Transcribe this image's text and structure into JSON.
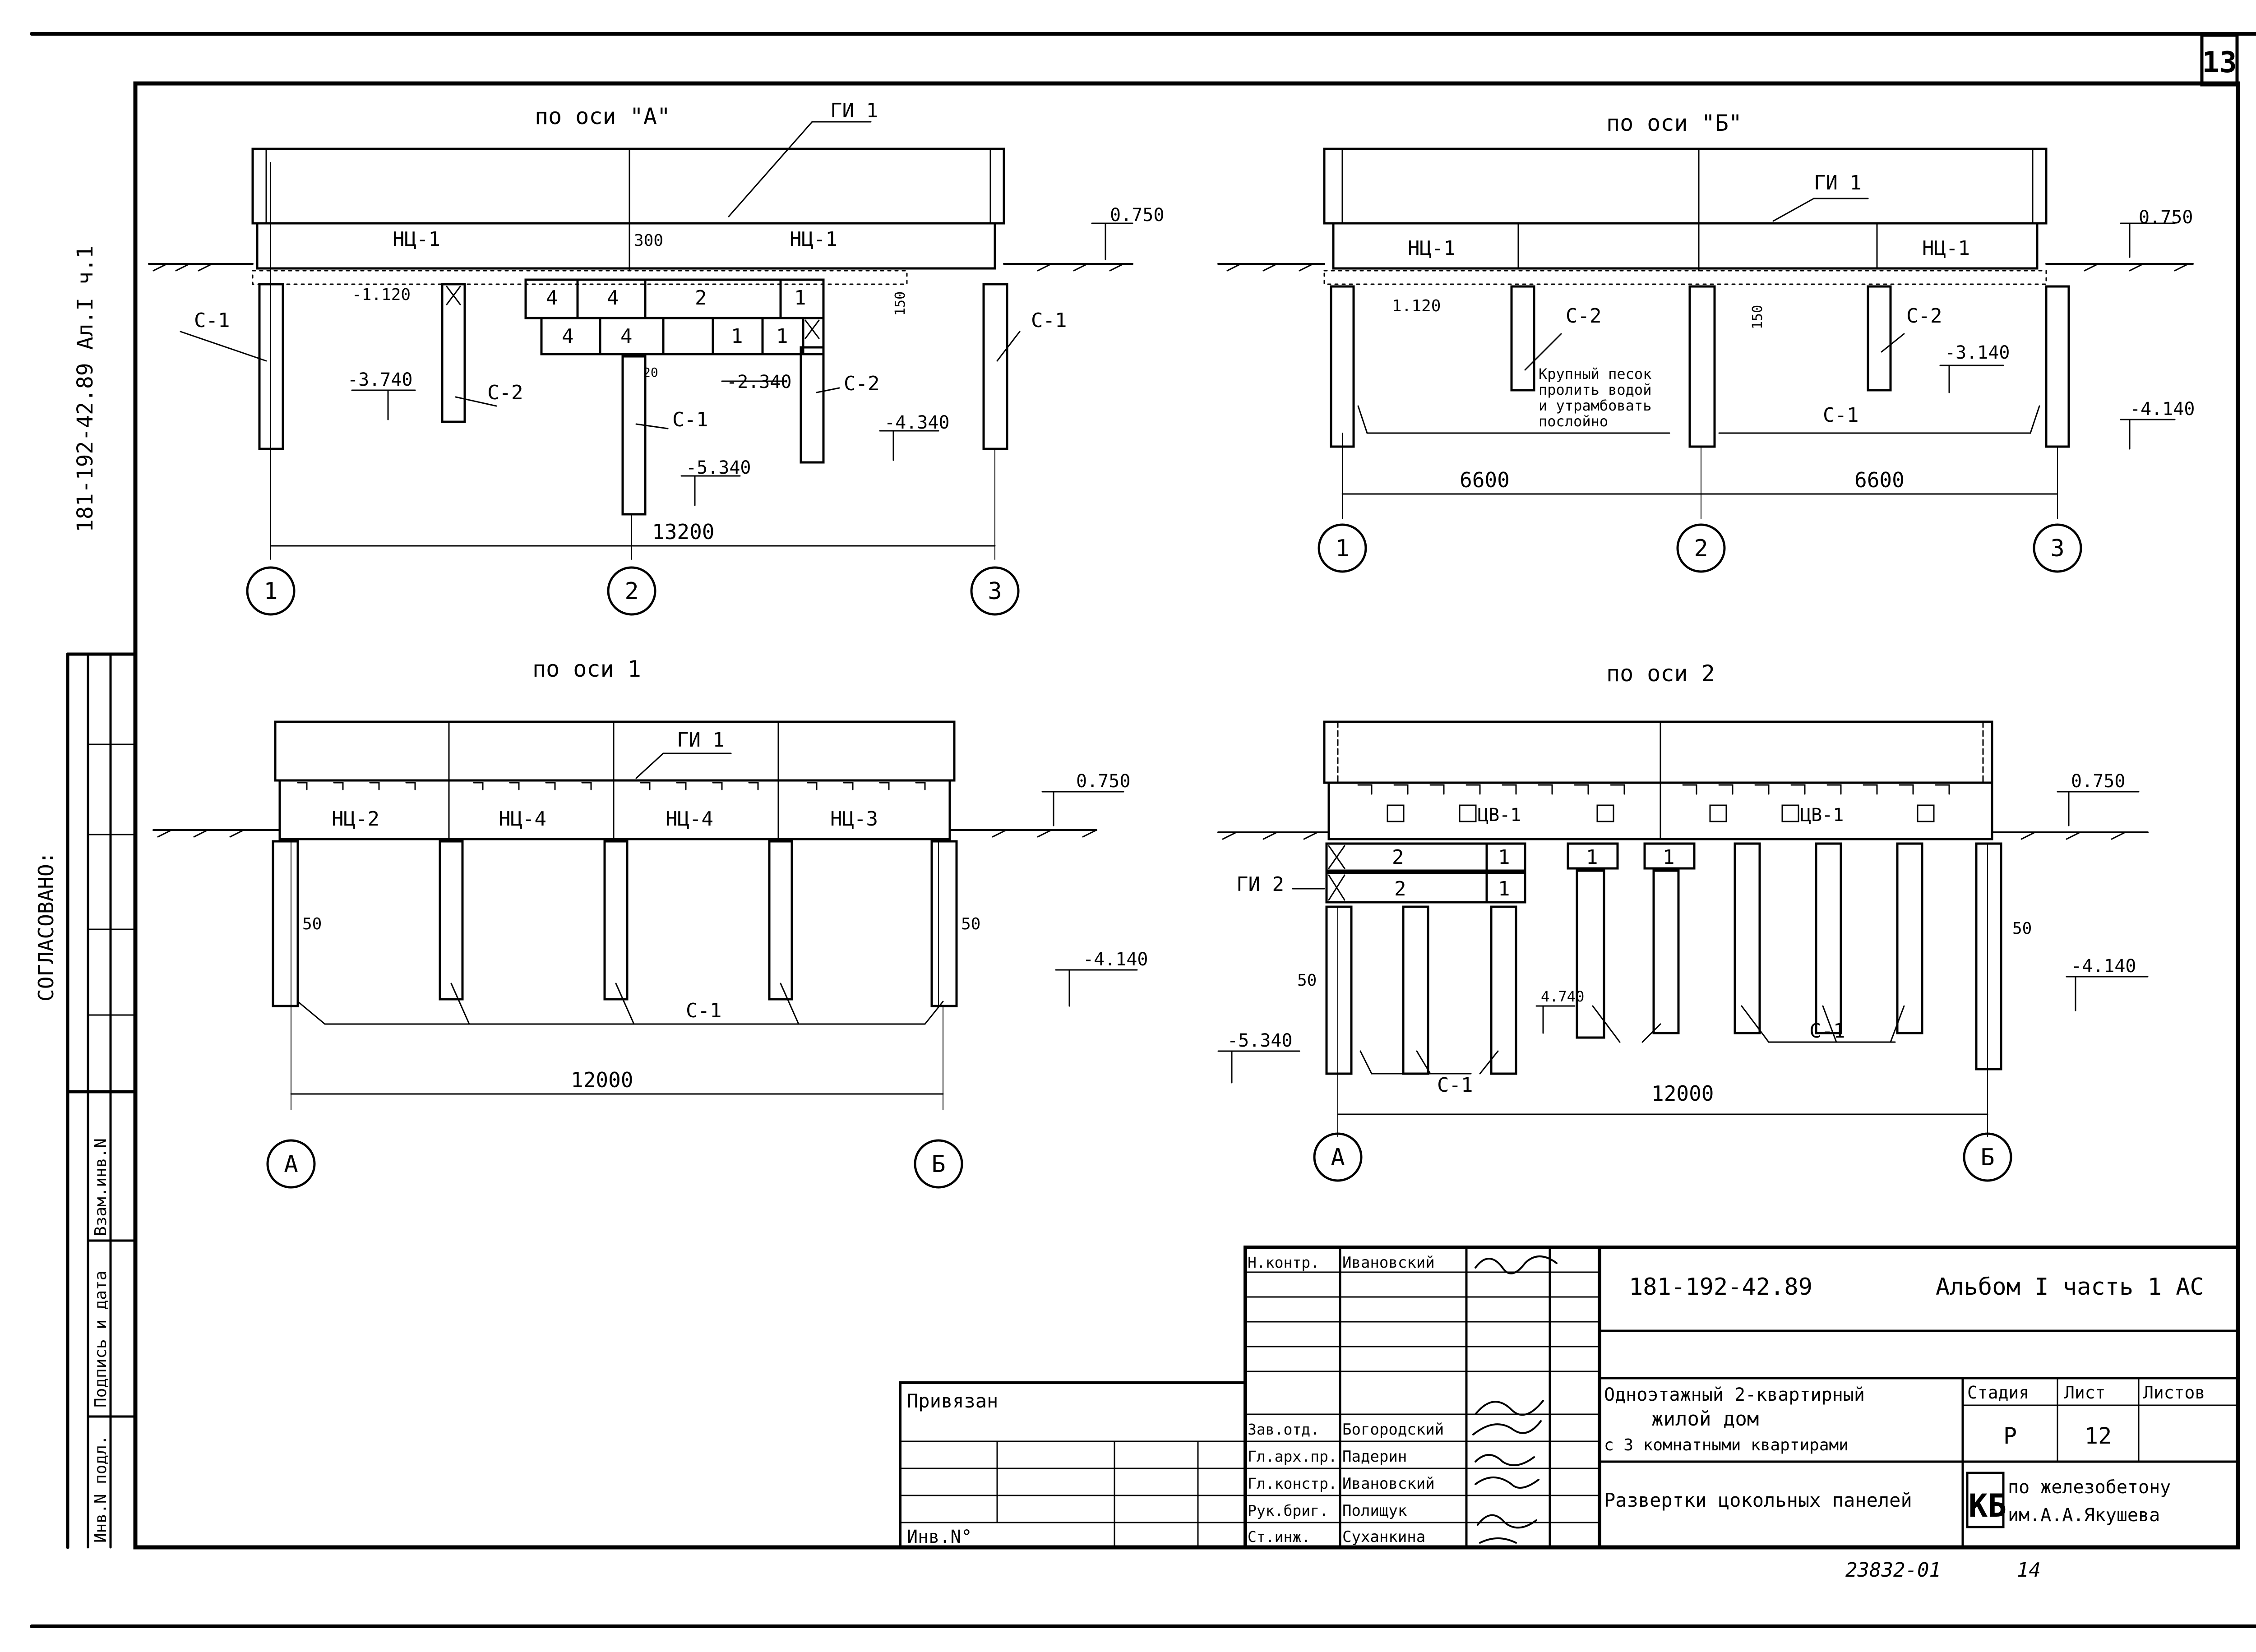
{
  "sheet_number": "13",
  "side_code": "181-192-42.89   Ал.I  ч.1",
  "stamps": {
    "agreed": "СОГЛАСОВАНО:",
    "inv_zam": "Взам.инв.N",
    "sign_date": "Подпись и дата",
    "inv_podl": "Инв.N подл."
  },
  "views": {
    "axis_a": {
      "title": "по оси \"А\"",
      "gi": "ГИ 1",
      "nc_left": "НЦ-1",
      "nc_right": "НЦ-1",
      "el_top": "0.750",
      "el_left": "-1.120",
      "dim_300": "300",
      "dim_150": "150",
      "blk_4a": "4",
      "blk_4b": "4",
      "blk_2": "2",
      "blk_1a": "1",
      "blk_4c": "4",
      "blk_4d": "4",
      "blk_1b": "1",
      "blk_1c": "1",
      "blk_20": "20",
      "s1_left": "С-1",
      "s1_right": "С-1",
      "s1_mid": "С-1",
      "s2_left": "С-2",
      "s2_right": "С-2",
      "el_3740": "-3.740",
      "el_2340": "-2.340",
      "el_4340": "-4.340",
      "el_5340": "-5.340",
      "span": "13200",
      "ax1": "1",
      "ax2": "2",
      "ax3": "3"
    },
    "axis_b": {
      "title": "по оси \"Б\"",
      "gi": "ГИ 1",
      "nc_left": "НЦ-1",
      "nc_right": "НЦ-1",
      "el_top": "0.750",
      "el_left": "1.120",
      "dim_150": "150",
      "s2_left": "С-2",
      "s2_right": "С-2",
      "sand1": "Крупный песок",
      "sand2": "пролить водой",
      "sand3": "и утрамбовать",
      "sand4": "послойно",
      "el_3140": "-3.140",
      "el_4140": "-4.140",
      "s1": "С-1",
      "span1": "6600",
      "span2": "6600",
      "ax1": "1",
      "ax2": "2",
      "ax3": "3"
    },
    "axis_1": {
      "title": "по оси 1",
      "gi": "ГИ 1",
      "nc2": "НЦ-2",
      "nc4a": "НЦ-4",
      "nc4b": "НЦ-4",
      "nc3": "НЦ-3",
      "el_top": "0.750",
      "d50a": "50",
      "d50b": "50",
      "el_4140": "-4.140",
      "s1": "С-1",
      "span": "12000",
      "axA": "А",
      "axB": "Б"
    },
    "axis_2": {
      "title": "по оси 2",
      "cb1a": "ЦВ-1",
      "cb1b": "ЦВ-1",
      "el_top": "0.750",
      "gi2": "ГИ 2",
      "r1_2": "2",
      "r1_1": "1",
      "r1_1b": "1",
      "r1_1c": "1",
      "r2_2": "2",
      "r2_1": "1",
      "d50a": "50",
      "d50b": "50",
      "el_4140": "-4.140",
      "el_4740": "4.740",
      "el_5340": "-5.340",
      "s1a": "С-1",
      "s1b": "С-1",
      "span": "12000",
      "axA": "А",
      "axB": "Б"
    }
  },
  "title_block": {
    "doc_code": "181-192-42.89",
    "album": "Альбом I  часть 1  АС",
    "tied": "Привязан",
    "inv_no": "Инв.N°",
    "roles": [
      "Н.контр.",
      "Зав.отд.",
      "Гл.арх.пр.",
      "Гл.констр.",
      "Рук.бриг.",
      "Ст.инж."
    ],
    "names": [
      "Ивановский",
      "Богородский",
      "Падерин",
      "Ивановский",
      "Полищук",
      "Суханкина"
    ],
    "object1": "Одноэтажный 2-квартирный",
    "object2": "жилой дом",
    "object3": "с 3 комнатными квартирами",
    "sheet_title": "Развертки цокольных панелей",
    "h_stage": "Стадия",
    "h_sheet": "Лист",
    "h_sheets": "Листов",
    "stage": "Р",
    "sheet": "12",
    "org_logo": "КБ",
    "org1": "по железобетону",
    "org2": "им.А.А.Якушева"
  },
  "footer": {
    "order": "23832-01",
    "page": "14"
  }
}
